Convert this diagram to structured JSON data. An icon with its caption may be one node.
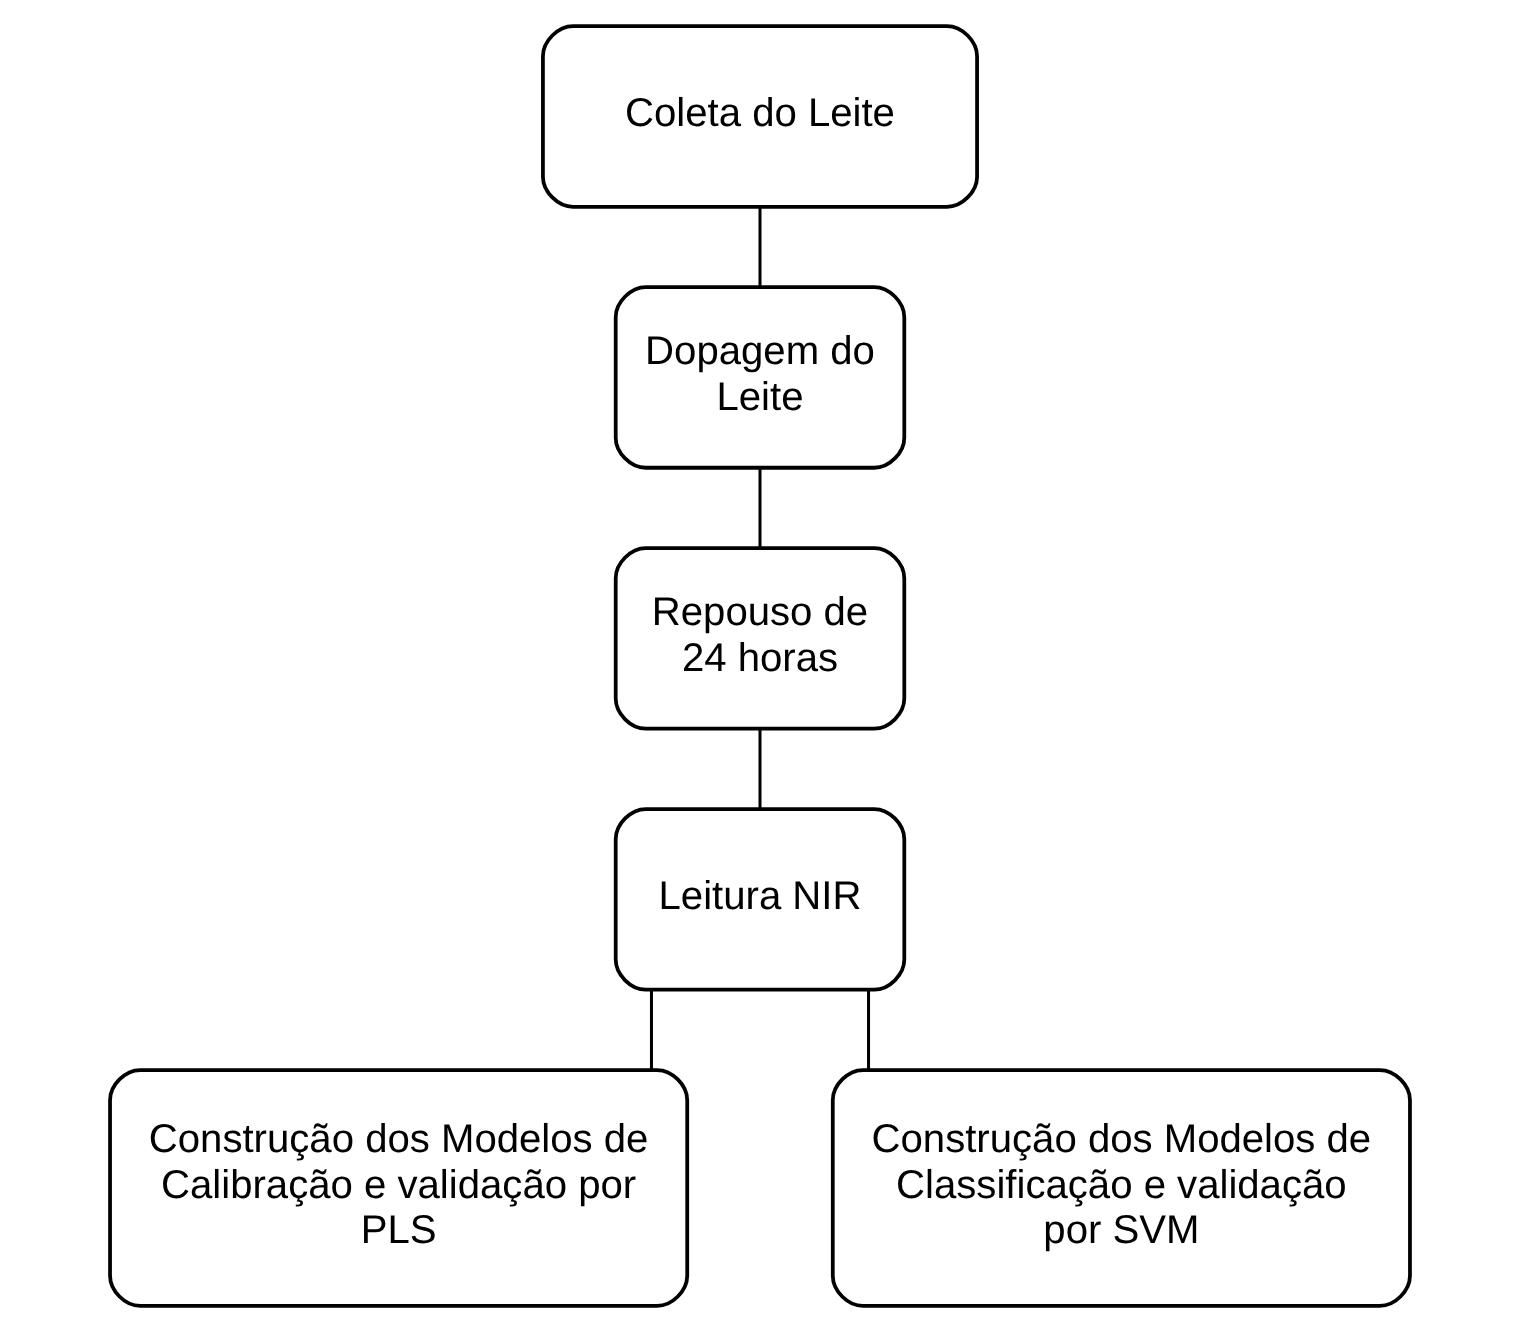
{
  "diagram": {
    "nodes": [
      {
        "text": [
          "Coleta do Leite"
        ]
      },
      {
        "text": [
          "Dopagem do Leite"
        ]
      },
      {
        "text": [
          "Repouso de 24 horas"
        ]
      },
      {
        "text": [
          "Leitura NIR"
        ]
      },
      {
        "text": [
          "Construção dos Modelos de Calibração e validação por PLS"
        ]
      },
      {
        "text": [
          "Construção dos Modelos de Classificação e validação por SVM"
        ]
      }
    ],
    "edges": [
      {
        "from": 0,
        "to": 1,
        "arrow": "none"
      },
      {
        "from": 1,
        "to": 2,
        "arrow": "none"
      },
      {
        "from": 2,
        "to": 3,
        "arrow": "none"
      },
      {
        "from": 3,
        "to": 4,
        "arrow": "none"
      },
      {
        "from": 3,
        "to": 5,
        "arrow": "none"
      }
    ]
  }
}
